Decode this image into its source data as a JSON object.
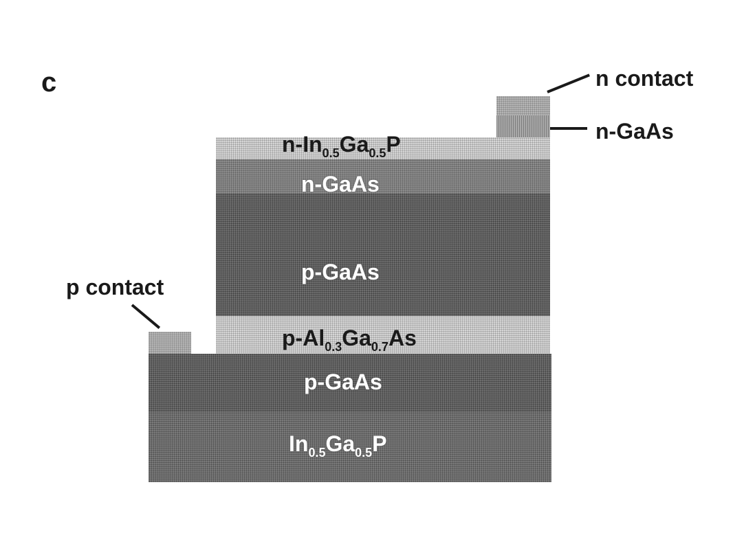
{
  "panel_label": "c",
  "labels": {
    "n_contact": "n contact",
    "n_gaas_contact": "n-GaAs",
    "p_contact": "p contact"
  },
  "layers": {
    "n_ingap": {
      "prefix": "n-In",
      "sub1": "0.5",
      "mid": "Ga",
      "sub2": "0.5",
      "suffix": "P"
    },
    "n_gaas": "n-GaAs",
    "p_gaas_top": "p-GaAs",
    "p_algaas": {
      "prefix": "p-Al",
      "sub1": "0.3",
      "mid": "Ga",
      "sub2": "0.7",
      "suffix": "As"
    },
    "p_gaas_bottom": "p-GaAs",
    "ingap": {
      "prefix": "In",
      "sub1": "0.5",
      "mid": "Ga",
      "sub2": "0.5",
      "suffix": "P"
    }
  }
}
